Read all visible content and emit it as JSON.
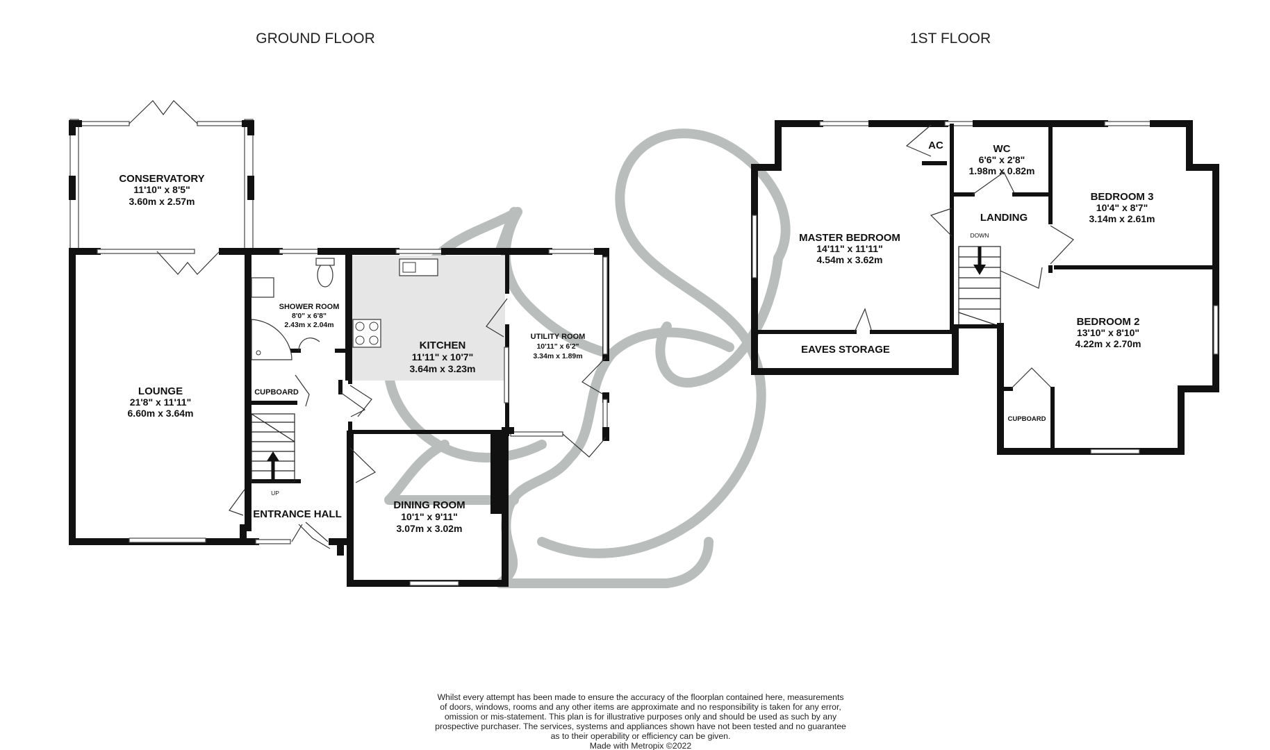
{
  "floors": {
    "ground": {
      "title": "GROUND FLOOR"
    },
    "first": {
      "title": "1ST FLOOR"
    }
  },
  "rooms": {
    "conservatory": {
      "name": "CONSERVATORY",
      "imperial": "11'10\"  x 8'5\"",
      "metric": "3.60m  x 2.57m"
    },
    "lounge": {
      "name": "LOUNGE",
      "imperial": "21'8\"  x 11'11\"",
      "metric": "6.60m  x 3.64m"
    },
    "shower_room": {
      "name": "SHOWER ROOM",
      "imperial": "8'0\"  x 6'8\"",
      "metric": "2.43m  x 2.04m"
    },
    "cupboard_ground": {
      "name": "CUPBOARD"
    },
    "entrance_hall": {
      "name": "ENTRANCE HALL"
    },
    "kitchen": {
      "name": "KITCHEN",
      "imperial": "11'11\"  x 10'7\"",
      "metric": "3.64m  x 3.23m"
    },
    "utility_room": {
      "name": "UTILITY ROOM",
      "imperial": "10'11\"  x 6'2\"",
      "metric": "3.34m  x 1.89m"
    },
    "dining_room": {
      "name": "DINING ROOM",
      "imperial": "10'1\"  x 9'11\"",
      "metric": "3.07m  x 3.02m"
    },
    "master_bedroom": {
      "name": "MASTER BEDROOM",
      "imperial": "14'11\"  x 11'11\"",
      "metric": "4.54m  x 3.62m"
    },
    "ac": {
      "name": "AC"
    },
    "wc": {
      "name": "WC",
      "imperial": "6'6\"  x 2'8\"",
      "metric": "1.98m  x 0.82m"
    },
    "landing": {
      "name": "LANDING"
    },
    "bedroom3": {
      "name": "BEDROOM 3",
      "imperial": "10'4\"  x 8'7\"",
      "metric": "3.14m  x 2.61m"
    },
    "bedroom2": {
      "name": "BEDROOM 2",
      "imperial": "13'10\"  x 8'10\"",
      "metric": "4.22m  x 2.70m"
    },
    "eaves_storage": {
      "name": "EAVES STORAGE"
    },
    "cupboard_first": {
      "name": "CUPBOARD"
    }
  },
  "stairs": {
    "up_label": "UP",
    "down_label": "DOWN"
  },
  "disclaimer": {
    "lines": [
      "Whilst every attempt has been made to ensure the accuracy of the floorplan contained here, measurements",
      "of doors, windows, rooms and any other items are approximate and no responsibility is taken for any error,",
      "omission or mis-statement. This plan is for illustrative purposes only and should be used as such by any",
      "prospective purchaser. The services, systems and appliances shown have not been tested and no guarantee",
      "as to their operability or efficiency can be given.",
      "Made with Metropix ©2022"
    ]
  },
  "colors": {
    "wall": "#111111",
    "watermark": "#b9bebd",
    "kitchen_floor": "#e6e6e6"
  },
  "watermark": {
    "icon": "squirrel-logo-icon"
  }
}
